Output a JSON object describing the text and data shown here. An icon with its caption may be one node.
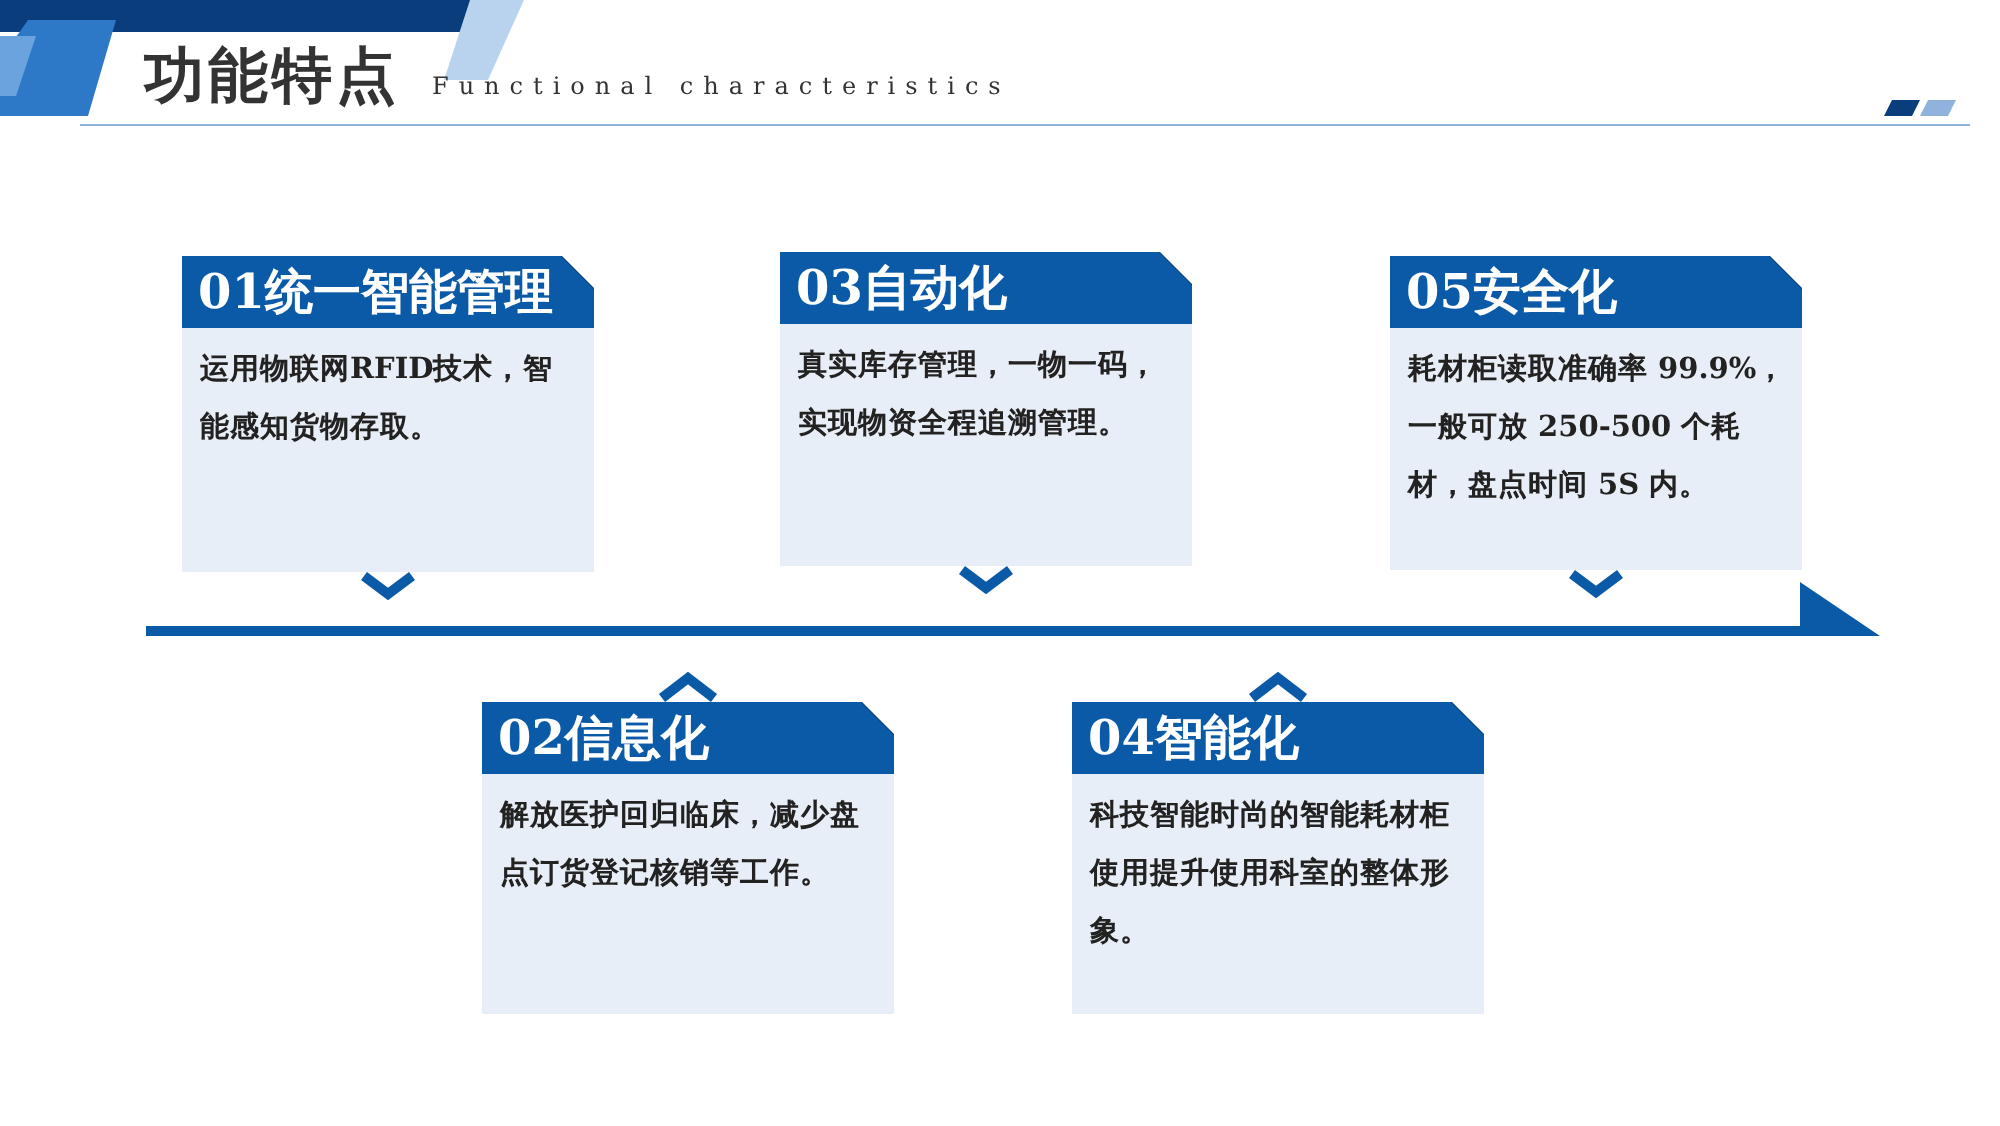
{
  "diagram": {
    "title": "功能特点",
    "nodes": [
      {
        "text": [
          "01统一智能管理",
          "运用物联网RFID技术，智能感知货物存取。"
        ]
      },
      {
        "text": [
          "03自动化",
          "真实库存管理，一物一码，实现物资全程追溯管理。"
        ]
      },
      {
        "text": [
          "05安全化",
          "耗材柜读取准确率 99.9%，一般可放 250-500 个耗材，盘点时间 5S 内。"
        ]
      },
      {
        "text": [
          "02信息化",
          "解放医护回归临床，减少盘点订货登记核销等工作。"
        ]
      },
      {
        "text": [
          "04智能化",
          "科技智能时尚的智能耗材柜使用提升使用科室的整体形象。"
        ]
      }
    ],
    "labels": [
      "Functional characteristics"
    ]
  }
}
